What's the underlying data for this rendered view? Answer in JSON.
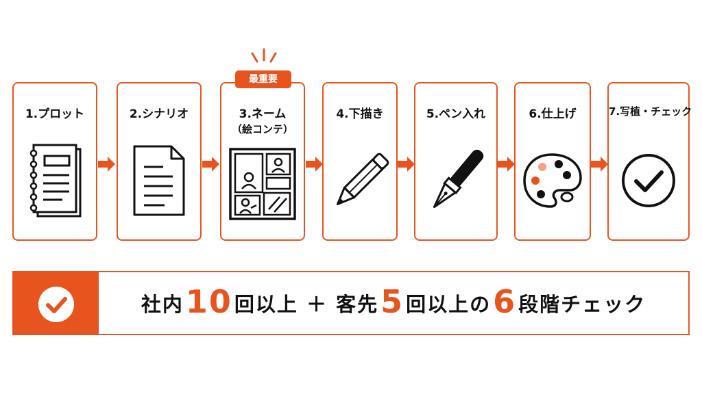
{
  "badge": {
    "label": "最重要"
  },
  "steps": [
    {
      "title": "1.プロット",
      "icon": "notebook-icon"
    },
    {
      "title": "2.シナリオ",
      "icon": "document-icon"
    },
    {
      "title": "3.ネーム",
      "subtitle": "（絵コンテ）",
      "icon": "storyboard-icon"
    },
    {
      "title": "4.下描き",
      "icon": "pencil-icon"
    },
    {
      "title": "5.ペン入れ",
      "icon": "fountain-pen-icon"
    },
    {
      "title": "6.仕上げ",
      "icon": "palette-icon"
    },
    {
      "title": "7.写植・チェック",
      "icon": "check-circle-icon"
    }
  ],
  "banner": {
    "text_1": "社内",
    "num_1": "10",
    "text_2": "回以上 ＋ 客先",
    "num_2": "5",
    "text_3": "回以上の",
    "num_3": "6",
    "text_4": "段階チェック"
  },
  "colors": {
    "accent": "#e8541e",
    "ink": "#111111"
  }
}
